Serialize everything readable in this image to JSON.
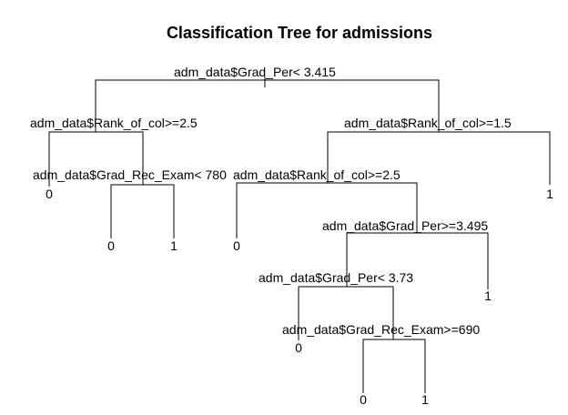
{
  "title": "Classification Tree for admissions",
  "splits": {
    "root": "adm_data$Grad_Per< 3.415",
    "left": "adm_data$Rank_of_col>=2.5",
    "left_right": "adm_data$Grad_Rec_Exam< 780",
    "right": "adm_data$Rank_of_col>=1.5",
    "right_left": "adm_data$Rank_of_col>=2.5",
    "rl_right": "adm_data$Grad_Per>=3.495",
    "rlr_left": "adm_data$Grad_Per< 3.73",
    "rlrl_right": "adm_data$Grad_Rec_Exam>=690"
  },
  "leaves": {
    "l_l": "0",
    "l_r_l": "0",
    "l_r_r": "1",
    "r_r": "1",
    "rl_l": "0",
    "rlr_r": "1",
    "rlrl_l": "0",
    "rlrlr_l": "0",
    "rlrlr_r": "1"
  }
}
